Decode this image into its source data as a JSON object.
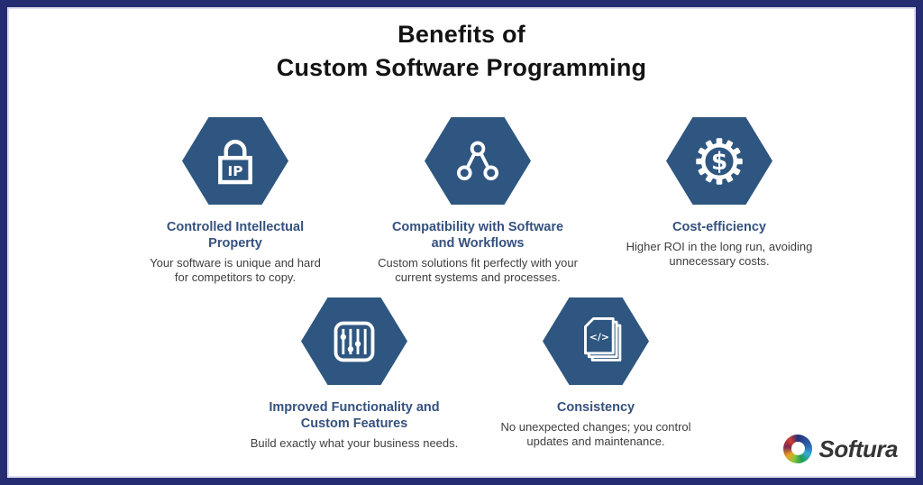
{
  "title": {
    "line1": "Benefits of",
    "line2": "Custom Software Programming"
  },
  "colors": {
    "border": "#262C71",
    "hexagon": "#2E5680",
    "heading": "#35517E",
    "body_text": "#3E3E3E",
    "title_text": "#131313"
  },
  "icon_glyphs": {
    "ip_label": "IP",
    "dollar": "$",
    "code": "</>"
  },
  "cards": [
    {
      "icon": "ip-lock-icon",
      "heading": "Controlled Intellectual Property",
      "description": "Your software is unique and hard for competitors to copy."
    },
    {
      "icon": "network-nodes-icon",
      "heading": "Compatibility with Software and Workflows",
      "description": "Custom solutions fit perfectly with your current systems and processes."
    },
    {
      "icon": "gear-dollar-icon",
      "heading": "Cost-efficiency",
      "description": "Higher ROI in the long run, avoiding unnecessary costs."
    },
    {
      "icon": "sliders-icon",
      "heading": "Improved Functionality and Custom Features",
      "description": "Build exactly what your business needs."
    },
    {
      "icon": "code-documents-icon",
      "heading": "Consistency",
      "description": "No unexpected changes; you control updates and maintenance."
    }
  ],
  "logo": {
    "text": "Softura"
  }
}
